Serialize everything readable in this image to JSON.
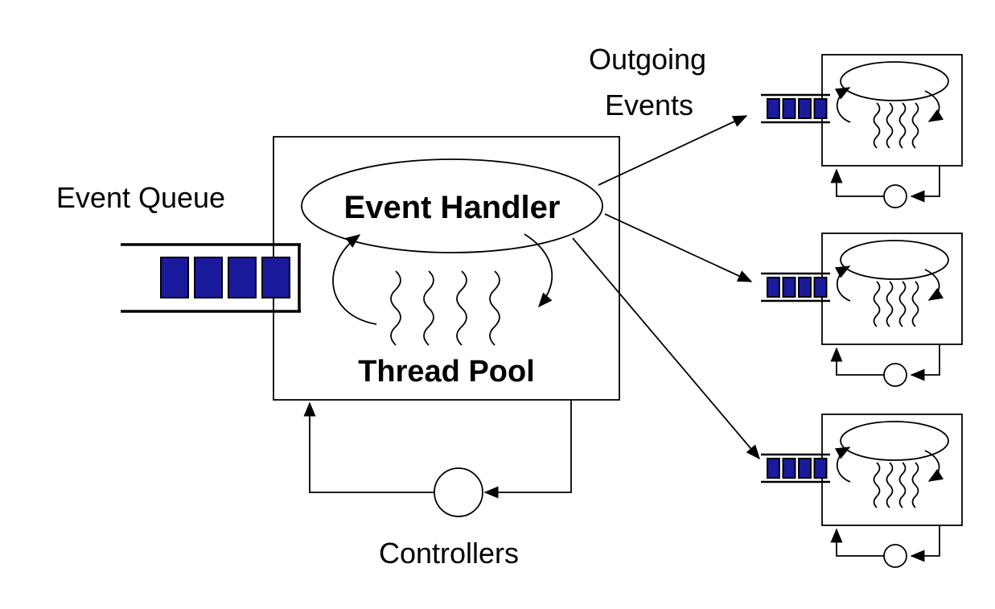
{
  "diagram": {
    "labels": {
      "event_queue": "Event Queue",
      "event_handler": "Event Handler",
      "thread_pool": "Thread Pool",
      "controllers": "Controllers",
      "outgoing_line1": "Outgoing",
      "outgoing_line2": "Events"
    },
    "colors": {
      "queue_fill": "#1a1a9c",
      "line": "#000000",
      "background": "#ffffff"
    },
    "queues": {
      "main": {
        "count": 4
      },
      "replica": {
        "count": 4
      }
    },
    "replicas": {
      "count": 3
    }
  }
}
